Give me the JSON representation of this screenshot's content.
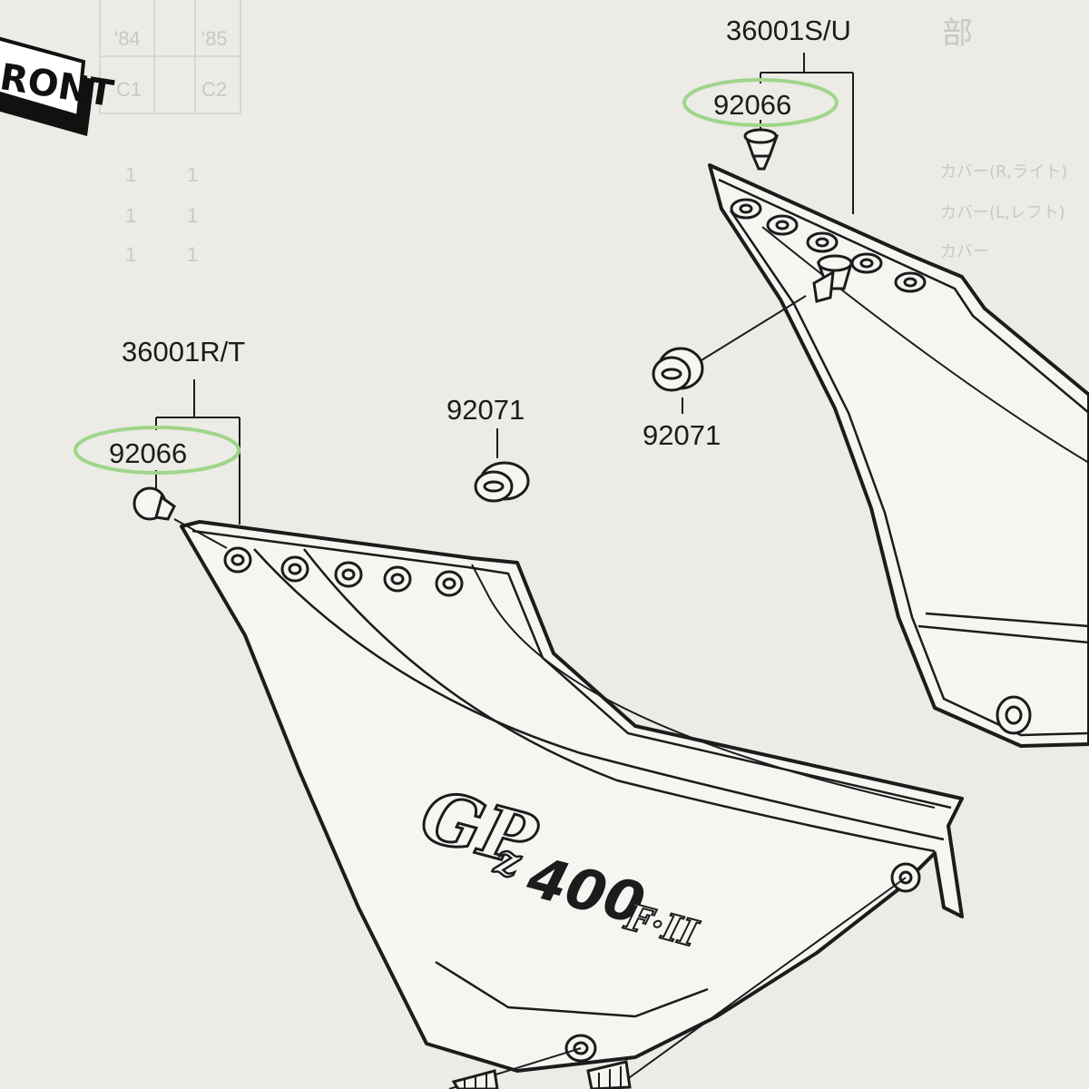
{
  "header_tag": {
    "text": "RONT"
  },
  "faint_table": {
    "row1": [
      "'84",
      "'85"
    ],
    "row2": [
      "C1",
      "C2"
    ],
    "qty_left": [
      "1",
      "1",
      "1"
    ],
    "qty_right": [
      "1",
      "1",
      "1"
    ],
    "side_glyph": "部",
    "side_notes": [
      "カバー(R,ライト)",
      "カバー(L,レフト)",
      "カバー"
    ]
  },
  "labels": {
    "assembly_right": "36001S/U",
    "grommet_part_right": "92066",
    "grommet_part_left": "92066",
    "assembly_left": "36001R/T",
    "rubber_center": "92071",
    "rubber_right": "92071"
  },
  "logo": {
    "gp": "GP",
    "z": "z",
    "model": "400",
    "variant": "F·II"
  },
  "highlight_color": "#9fd68a",
  "line_color": "#1c1c1c"
}
